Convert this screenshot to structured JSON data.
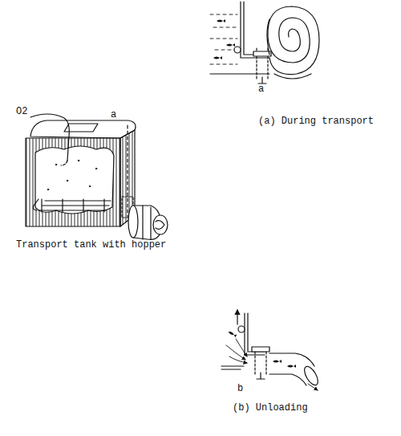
{
  "diagram": {
    "labels": [
      "O2",
      "a",
      "Transport tank with hopper",
      "a",
      "(a) During transport",
      "b",
      "(b) Unloading"
    ]
  }
}
